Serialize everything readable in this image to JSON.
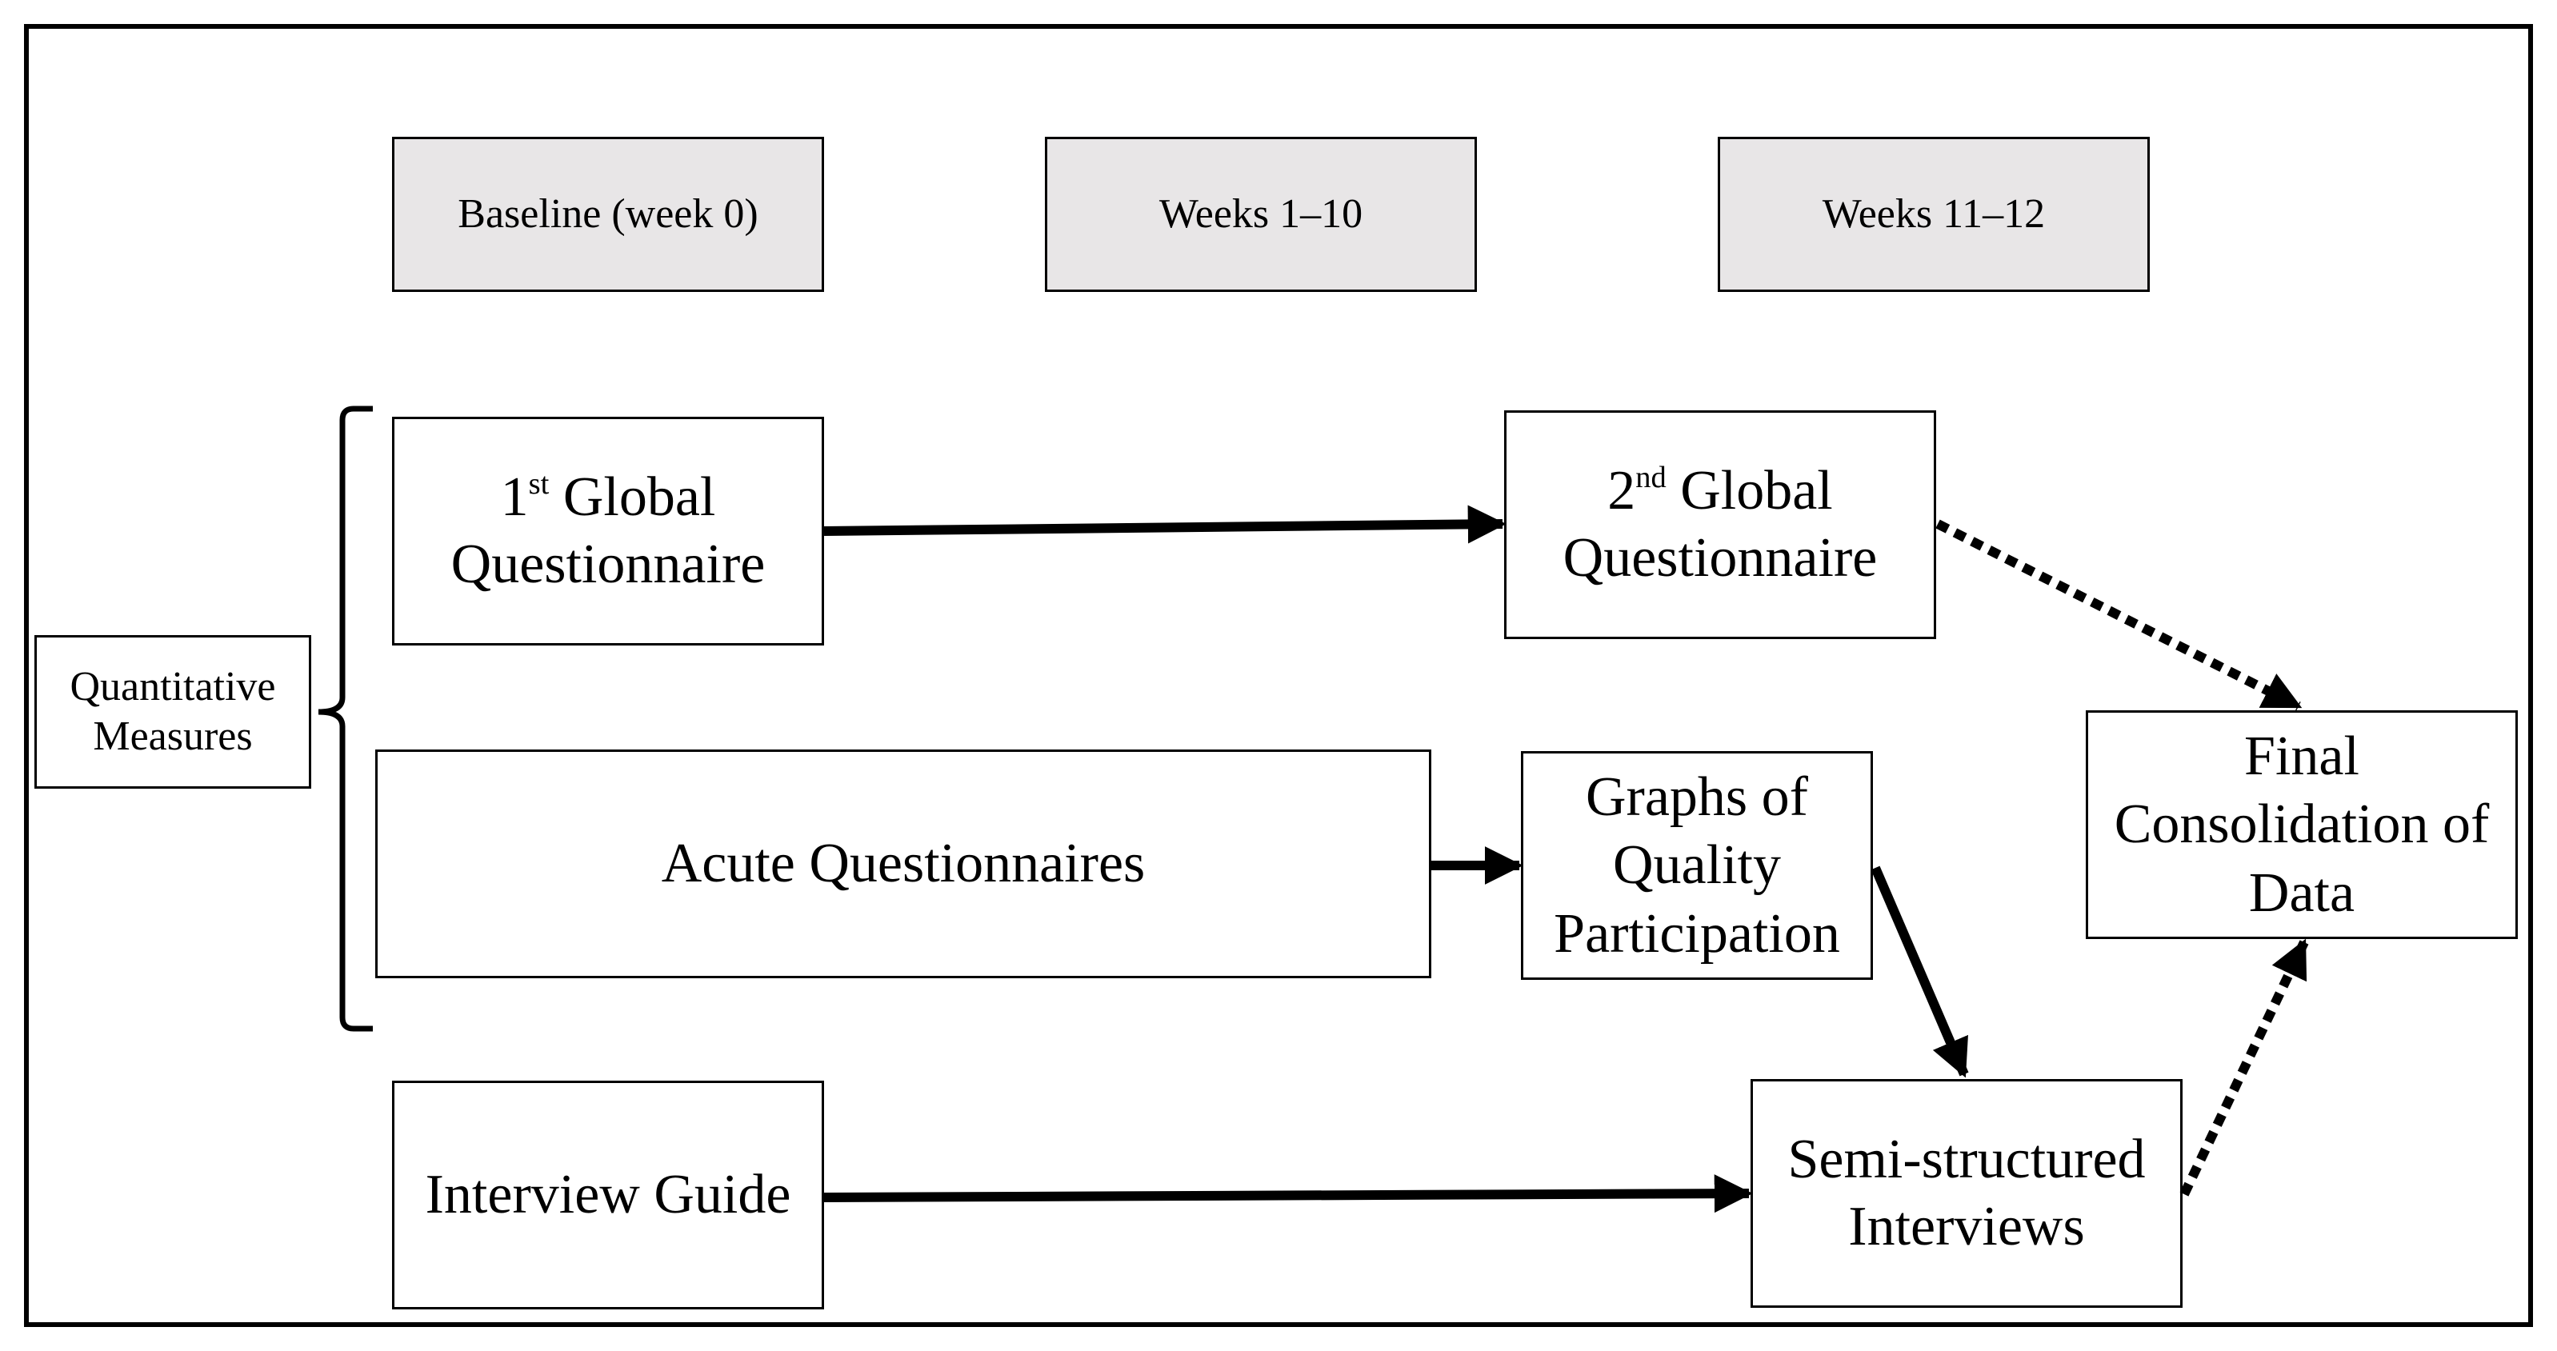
{
  "timeline": {
    "baseline": "Baseline (week 0)",
    "weeks_1_10": "Weeks 1–10",
    "weeks_11_12": "Weeks 11–12"
  },
  "group_label": {
    "line1": "Quantitative",
    "line2": "Measures"
  },
  "nodes": {
    "global1": {
      "num": "1",
      "suffix": "st",
      "line1_rest": " Global",
      "line2": "Questionnaire"
    },
    "global2": {
      "num": "2",
      "suffix": "nd",
      "line1_rest": " Global",
      "line2": "Questionnaire"
    },
    "acute": "Acute Questionnaires",
    "graphs": {
      "line1": "Graphs of",
      "line2": "Quality",
      "line3": "Participation"
    },
    "final": {
      "line1": "Final",
      "line2": "Consolidation of",
      "line3": "Data"
    },
    "interview_guide": "Interview Guide",
    "semi": {
      "line1": "Semi-structured",
      "line2": "Interviews"
    }
  },
  "colors": {
    "header_fill": "#e8e6e7",
    "stroke": "#000000"
  }
}
